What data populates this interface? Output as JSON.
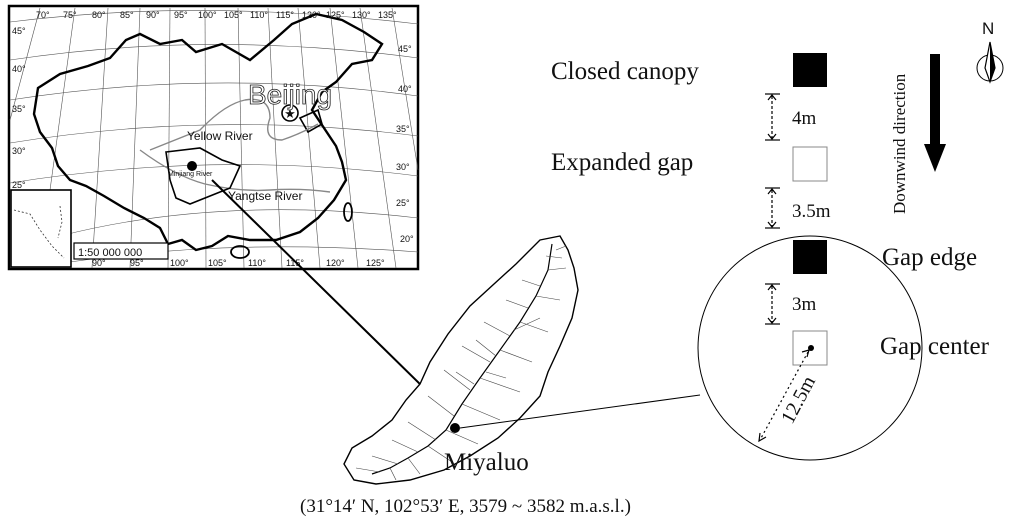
{
  "inset_map": {
    "city_label": "Beijing",
    "yellow_river_label": "Yellow River",
    "yangtse_river_label": "Yangtse River",
    "minjiang_river_label": "Minjiang River",
    "scale_label": "1:50 000 000",
    "longitude_ticks_top": [
      "70°",
      "75°",
      "80°",
      "85°",
      "90°",
      "95°",
      "100°",
      "105°",
      "110°",
      "115°",
      "120°",
      "125°",
      "130°",
      "135°"
    ],
    "longitude_ticks_bottom": [
      "90°",
      "95°",
      "100°",
      "105°",
      "110°",
      "115°",
      "120°",
      "125°"
    ],
    "latitude_ticks_left": [
      "45°",
      "40°",
      "35°",
      "30°",
      "25°"
    ],
    "latitude_ticks_right": [
      "45°",
      "40°",
      "35°",
      "30°",
      "25°",
      "20°"
    ]
  },
  "watershed": {
    "site_label": "Miyaluo",
    "coordinates_label": "(31°14′ N, 102°53′ E, 3579 ~ 3582 m.a.s.l.)"
  },
  "plot_layout": {
    "closed_canopy_label": "Closed canopy",
    "expanded_gap_label": "Expanded gap",
    "gap_edge_label": "Gap edge",
    "gap_center_label": "Gap center",
    "dist_1": "4m",
    "dist_2": "3.5m",
    "dist_3": "3m",
    "radius_label": "12.5m",
    "wind_label": "Downwind direction",
    "north_label": "N"
  }
}
